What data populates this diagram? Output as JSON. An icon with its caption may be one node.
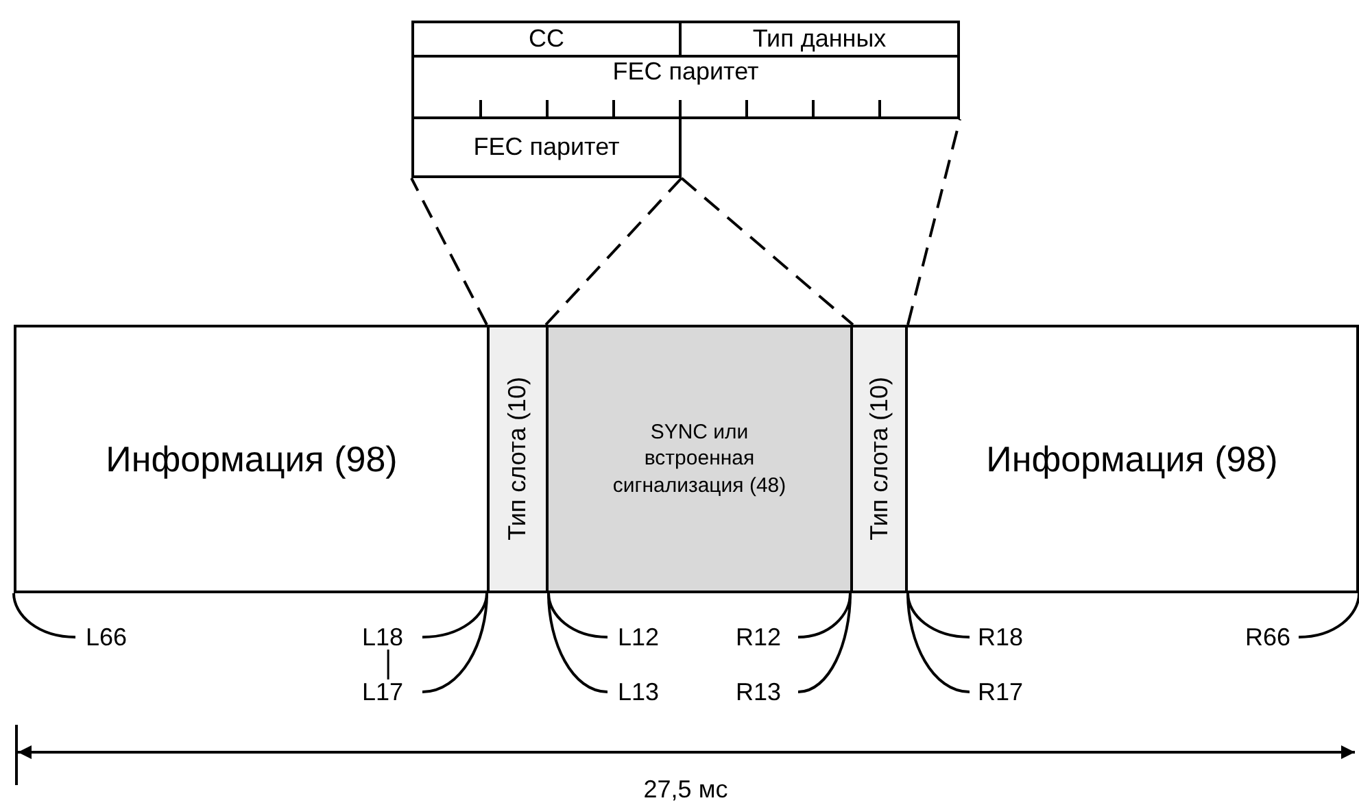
{
  "diagram": {
    "nodes": [
      {
        "text": [
          "CC"
        ]
      },
      {
        "text": [
          "Тип данных"
        ]
      },
      {
        "text": [
          "FEC паритет"
        ]
      },
      {
        "text": [
          "FEC паритет"
        ]
      },
      {
        "text": [
          "Информация (98)"
        ]
      },
      {
        "text": [
          "Тип слота (10)"
        ]
      },
      {
        "text": [
          "SYNC или встроенная сигнализация (48)"
        ]
      },
      {
        "text": [
          "Тип слота (10)"
        ]
      },
      {
        "text": [
          "Информация (98)"
        ]
      },
      {
        "text": [
          "L66"
        ]
      },
      {
        "text": [
          "L18"
        ]
      },
      {
        "text": [
          "L17"
        ]
      },
      {
        "text": [
          "L12"
        ]
      },
      {
        "text": [
          "L13"
        ]
      },
      {
        "text": [
          "R12"
        ]
      },
      {
        "text": [
          "R13"
        ]
      },
      {
        "text": [
          "R18"
        ]
      },
      {
        "text": [
          "R17"
        ]
      },
      {
        "text": [
          "R66"
        ]
      }
    ],
    "edges": [
      {
        "from": 5,
        "to": 3,
        "arrow": "none",
        "style": "dashed"
      },
      {
        "from": 6,
        "to": 3,
        "arrow": "none",
        "style": "dashed"
      },
      {
        "from": 3,
        "to": 6,
        "arrow": "none",
        "style": "dashed"
      },
      {
        "from": 7,
        "to": 2,
        "arrow": "none",
        "style": "dashed"
      },
      {
        "from": 9,
        "to": 4,
        "arrow": "none"
      },
      {
        "from": 10,
        "to": 5,
        "arrow": "none"
      },
      {
        "from": 11,
        "to": 5,
        "arrow": "none"
      },
      {
        "from": 12,
        "to": 5,
        "arrow": "none"
      },
      {
        "from": 13,
        "to": 5,
        "arrow": "none"
      },
      {
        "from": 14,
        "to": 7,
        "arrow": "none"
      },
      {
        "from": 15,
        "to": 7,
        "arrow": "none"
      },
      {
        "from": 16,
        "to": 7,
        "arrow": "none"
      },
      {
        "from": 17,
        "to": 7,
        "arrow": "none"
      },
      {
        "from": 18,
        "to": 8,
        "arrow": "none"
      },
      {
        "from": 10,
        "to": 11,
        "arrow": "none"
      }
    ],
    "labels": [
      "27,5 мс"
    ]
  }
}
